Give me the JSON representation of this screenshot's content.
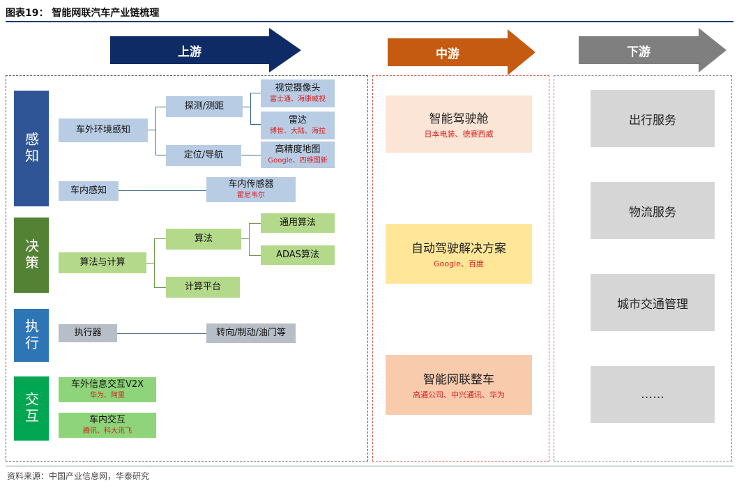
{
  "title": "图表19：  智能网联汽车产业链梳理",
  "source": "资料来源：中国产业信息网，华泰研究",
  "arrows": {
    "upstream": "上游",
    "midstream": "中游",
    "downstream": "下游"
  },
  "categories": {
    "perception": "感知",
    "decision": "决策",
    "execution": "执行",
    "interaction": "交互"
  },
  "perception": {
    "external": "车外环境感知",
    "detection": "探测/测距",
    "camera": {
      "label": "视觉摄像头",
      "companies": "富士通、海康威视"
    },
    "radar": {
      "label": "雷达",
      "companies": "博世、大陆、海拉"
    },
    "positioning": "定位/导航",
    "hdmap": {
      "label": "高精度地图",
      "companies": "Google、四维图新"
    },
    "internal": "车内感知",
    "sensor": {
      "label": "车内传感器",
      "companies": "霍尼韦尔"
    }
  },
  "decision": {
    "root": "算法与计算",
    "algorithm": "算法",
    "general": "通用算法",
    "adas": "ADAS算法",
    "platform": "计算平台"
  },
  "execution": {
    "actuator": "执行器",
    "targets": "转向/制动/油门等"
  },
  "interaction": {
    "v2x": {
      "label": "车外信息交互V2X",
      "companies": "华为、阿里"
    },
    "incar": {
      "label": "车内交互",
      "companies": "腾讯、科大讯飞"
    }
  },
  "midstream": [
    {
      "label": "智能驾驶舱",
      "companies": "日本电装、德赛西威"
    },
    {
      "label": "自动驾驶解决方案",
      "companies": "Google、百度"
    },
    {
      "label": "智能网联整车",
      "companies": "高通公司、中兴通讯、华为"
    }
  ],
  "downstream": [
    "出行服务",
    "物流服务",
    "城市交通管理",
    "……"
  ],
  "colors": {
    "upstream_arrow": "#0e2b66",
    "midstream_arrow": "#c55a11",
    "downstream_arrow": "#7f7f7f",
    "perception": "#2f5597",
    "decision": "#548235",
    "execution": "#2e75b6",
    "interaction": "#00a651",
    "mid1": "#fbe5d6",
    "mid2": "#ffe699",
    "mid3": "#f8cbad"
  }
}
